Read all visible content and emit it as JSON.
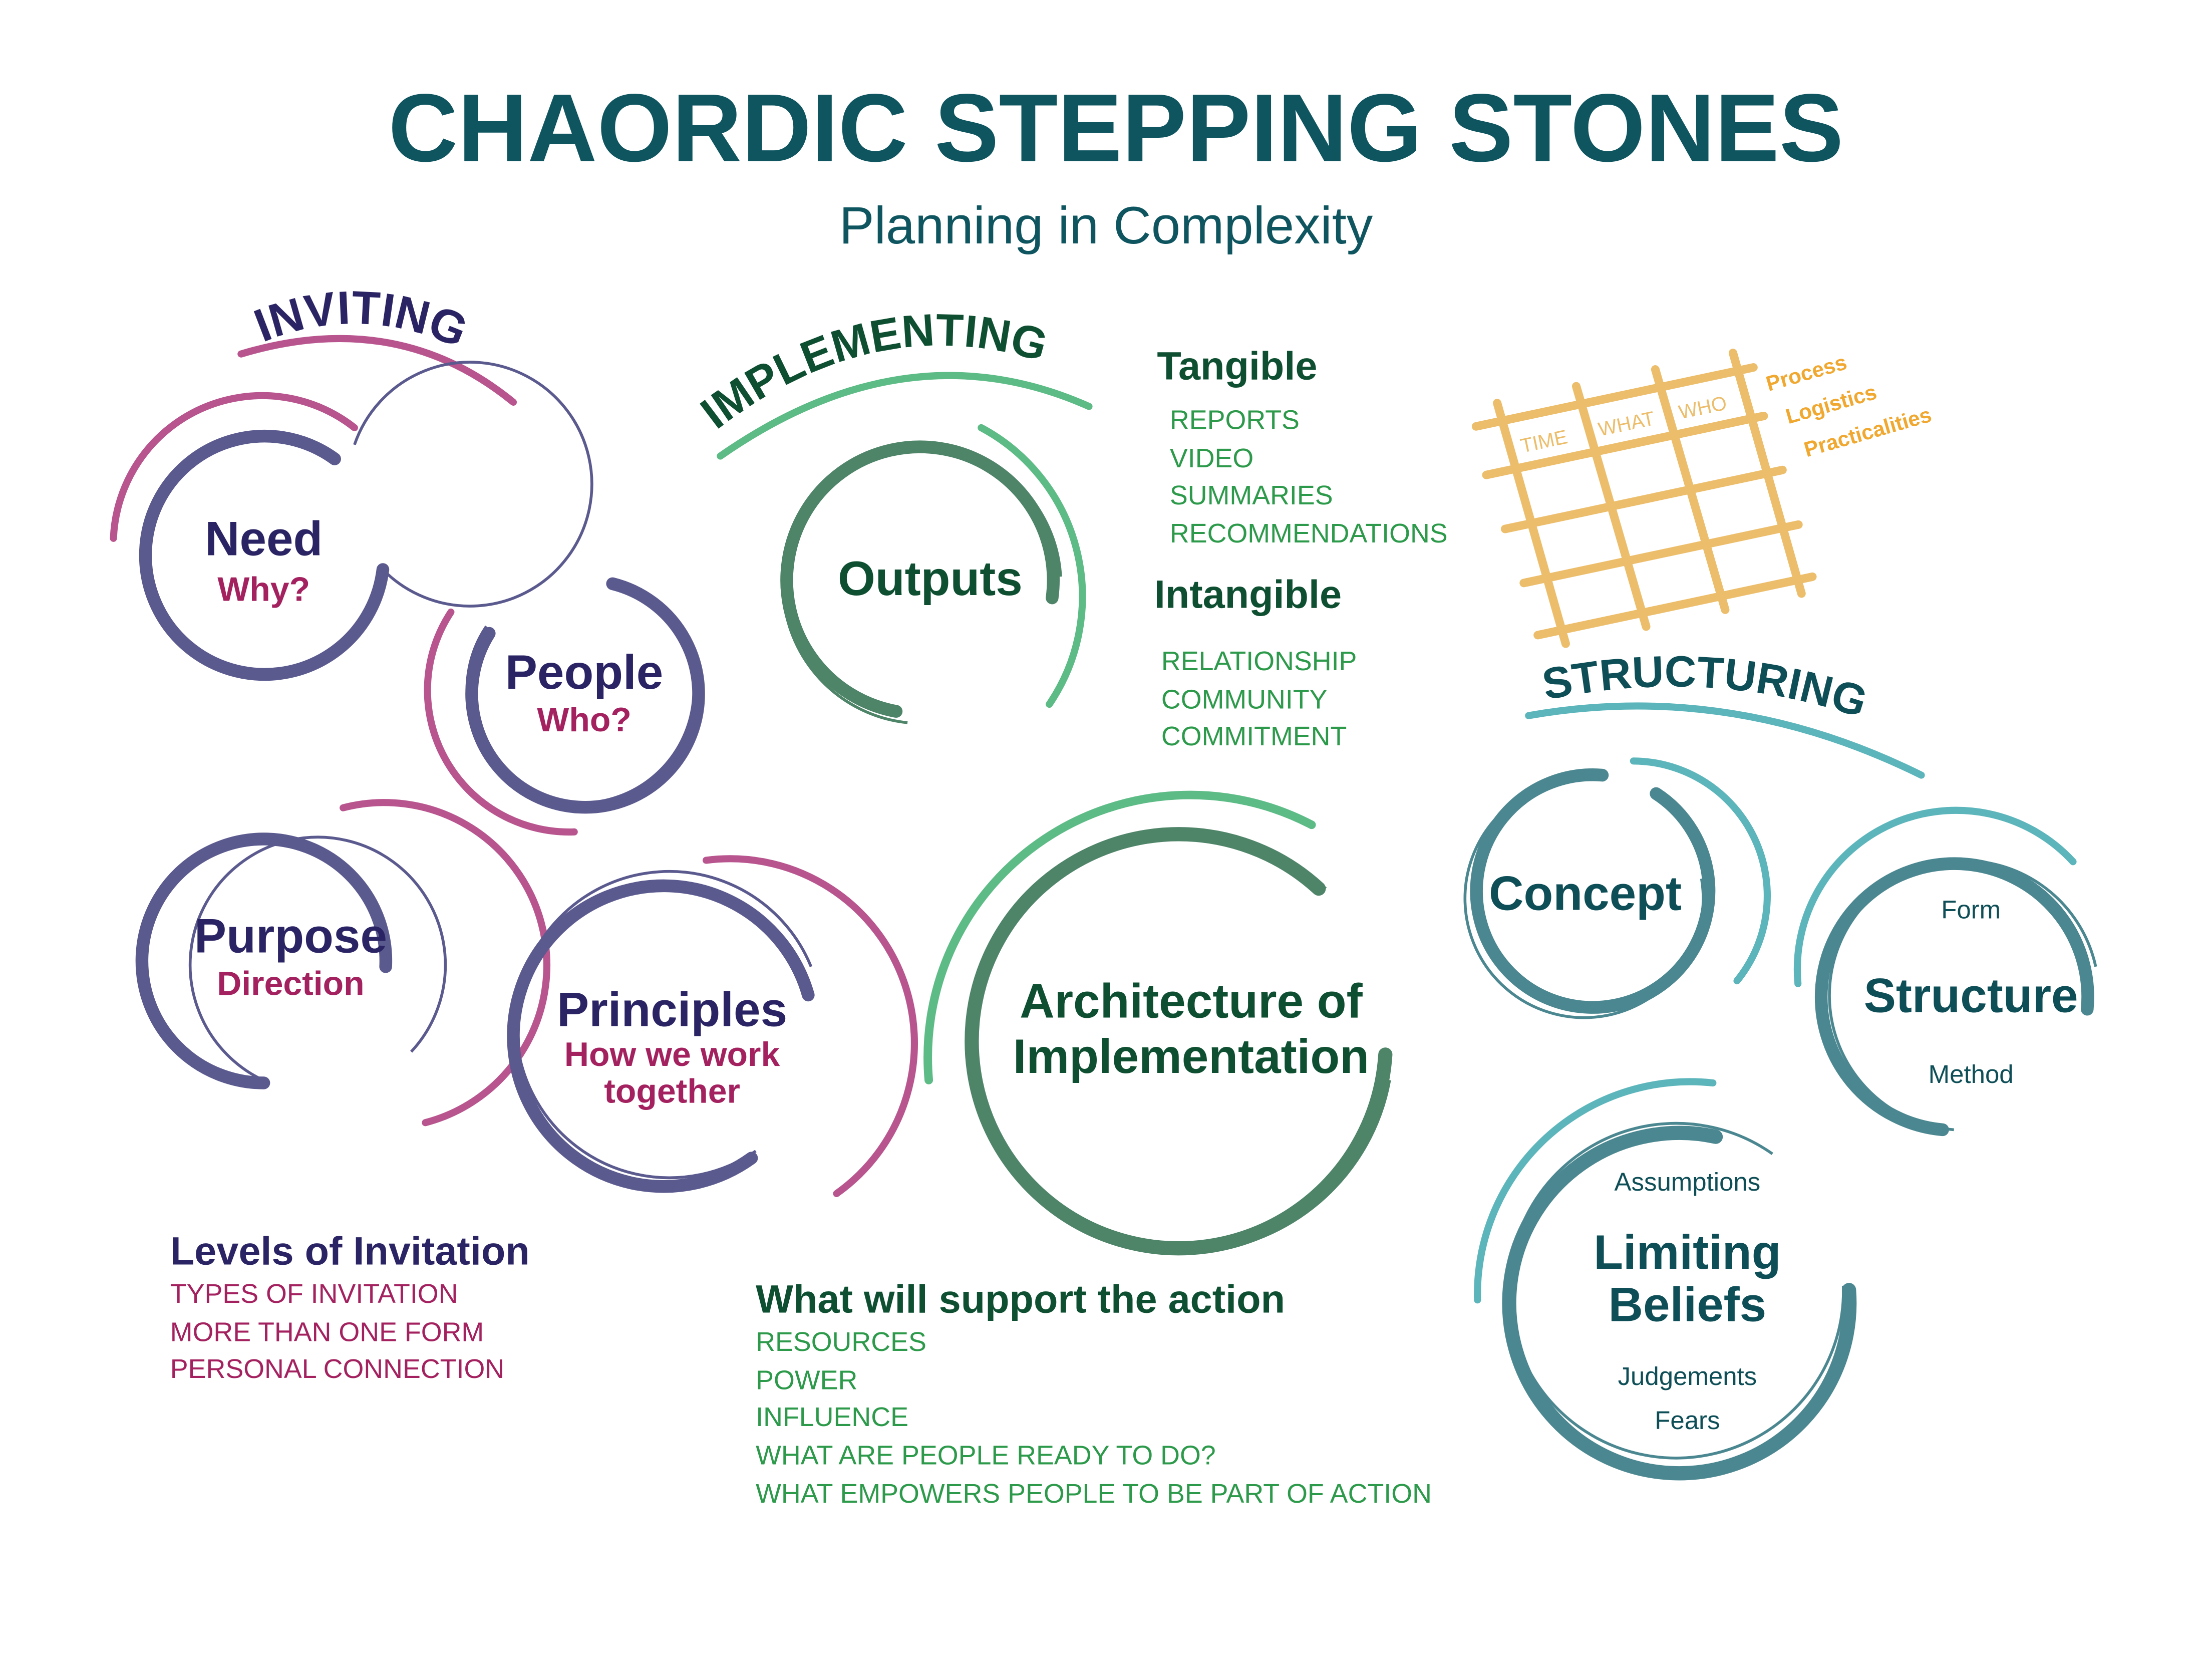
{
  "title": "CHAORDIC STEPPING STONES",
  "subtitle": "Planning in Complexity",
  "colors": {
    "teal_title": "#0e5560",
    "inviting_purple": "#5b5a8f",
    "inviting_pink": "#b8558e",
    "inviting_text": "#2b2464",
    "inviting_sub": "#a3215f",
    "implementing_green": "#4e8468",
    "implementing_light": "#5dbb86",
    "implementing_text": "#0e4f32",
    "implementing_list": "#2c9a4a",
    "structuring_teal": "#4b8790",
    "structuring_light": "#5bb5bb",
    "structuring_text": "#0e4e57",
    "grid_gold": "#ecbe6c",
    "grid_label": "#f0a830"
  },
  "inviting": {
    "heading": "INVITING",
    "need": {
      "label": "Need",
      "sub": "Why?"
    },
    "people": {
      "label": "People",
      "sub": "Who?"
    },
    "purpose": {
      "label": "Purpose",
      "sub": "Direction"
    },
    "principles": {
      "label": "Principles",
      "sub1": "How we work",
      "sub2": "together"
    },
    "levels": {
      "heading": "Levels of Invitation",
      "items": [
        "TYPES OF INVITATION",
        "MORE THAN ONE FORM",
        "PERSONAL CONNECTION"
      ]
    }
  },
  "implementing": {
    "heading": "IMPLEMENTING",
    "outputs": {
      "label": "Outputs"
    },
    "tangible": {
      "heading": "Tangible",
      "items": [
        "REPORTS",
        "VIDEO",
        "SUMMARIES",
        "RECOMMENDATIONS"
      ]
    },
    "intangible": {
      "heading": "Intangible",
      "items": [
        "RELATIONSHIP",
        "COMMUNITY",
        "COMMITMENT"
      ]
    },
    "architecture": {
      "line1": "Architecture of",
      "line2": "Implementation"
    },
    "support": {
      "heading": "What will support the action",
      "items": [
        "RESOURCES",
        "POWER",
        "INFLUENCE",
        "WHAT ARE PEOPLE READY TO DO?",
        "WHAT EMPOWERS PEOPLE TO BE PART OF ACTION"
      ]
    }
  },
  "grid": {
    "columns": [
      "TIME",
      "WHAT",
      "WHO"
    ],
    "labels": [
      "Process",
      "Logistics",
      "Practicalities"
    ]
  },
  "structuring": {
    "heading": "STRUCTURING",
    "concept": {
      "label": "Concept"
    },
    "structure": {
      "label": "Structure",
      "top": "Form",
      "bottom": "Method"
    },
    "limiting": {
      "line1": "Limiting",
      "line2": "Beliefs",
      "top": "Assumptions",
      "bottom1": "Judgements",
      "bottom2": "Fears"
    }
  }
}
